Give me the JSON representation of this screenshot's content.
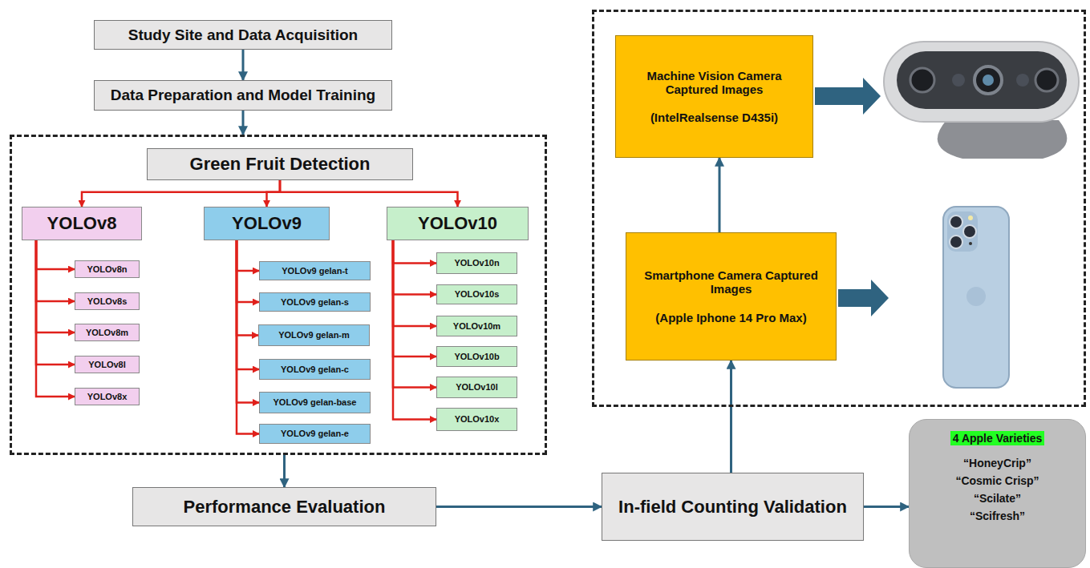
{
  "diagram": {
    "nodes": [
      {
        "text": [
          "Study Site and Data Acquisition"
        ]
      },
      {
        "text": [
          "Data Preparation and Model Training"
        ]
      },
      {
        "text": []
      },
      {
        "text": [
          "Green Fruit Detection"
        ],
        "in": 2
      },
      {
        "text": [
          "YOLOv8"
        ],
        "in": 2
      },
      {
        "text": [
          "YOLOv8n"
        ],
        "in": 2
      },
      {
        "text": [
          "YOLOv8s"
        ],
        "in": 2
      },
      {
        "text": [
          "YOLOv8m"
        ],
        "in": 2
      },
      {
        "text": [
          "YOLOv8l"
        ],
        "in": 2
      },
      {
        "text": [
          "YOLOv8x"
        ],
        "in": 2
      },
      {
        "text": [
          "YOLOv9"
        ],
        "in": 2
      },
      {
        "text": [
          "YOLOv9 gelan-t"
        ],
        "in": 2
      },
      {
        "text": [
          "YOLOv9 gelan-s"
        ],
        "in": 2
      },
      {
        "text": [
          "YOLOv9 gelan-m"
        ],
        "in": 2
      },
      {
        "text": [
          "YOLOv9 gelan-c"
        ],
        "in": 2
      },
      {
        "text": [
          "YOLOv9 gelan-base"
        ],
        "in": 2
      },
      {
        "text": [
          "YOLOv9 gelan-e"
        ],
        "in": 2
      },
      {
        "text": [
          "YOLOv10"
        ],
        "in": 2
      },
      {
        "text": [
          "YOLOv10n"
        ],
        "in": 2
      },
      {
        "text": [
          "YOLOv10s"
        ],
        "in": 2
      },
      {
        "text": [
          "YOLOv10m"
        ],
        "in": 2
      },
      {
        "text": [
          "YOLOv10b"
        ],
        "in": 2
      },
      {
        "text": [
          "YOLOv10l"
        ],
        "in": 2
      },
      {
        "text": [
          "YOLOv10x"
        ],
        "in": 2
      },
      {
        "text": [
          "Performance Evaluation"
        ]
      },
      {
        "text": [
          "In-field Counting Validation"
        ]
      },
      {
        "text": []
      },
      {
        "text": [
          "Machine Vision Camera Captured Images",
          "(IntelRealsense D435i)"
        ],
        "in": 26
      },
      {
        "text": [
          "Smartphone Camera Captured Images",
          "(Apple Iphone 14 Pro Max)"
        ],
        "in": 26
      },
      {
        "text": [
          "4 Apple Varieties",
          "“HoneyCrip”",
          "“Cosmic Crisp”",
          "“Scilate”",
          "“Scifresh”"
        ]
      }
    ],
    "edges": [
      {
        "from": 0,
        "to": 1,
        "arrow": "to"
      },
      {
        "from": 1,
        "to": 2,
        "arrow": "to"
      },
      {
        "from": 3,
        "to": 4,
        "arrow": "to"
      },
      {
        "from": 3,
        "to": 10,
        "arrow": "to"
      },
      {
        "from": 3,
        "to": 17,
        "arrow": "to"
      },
      {
        "from": 4,
        "to": 5,
        "arrow": "to"
      },
      {
        "from": 4,
        "to": 6,
        "arrow": "to"
      },
      {
        "from": 4,
        "to": 7,
        "arrow": "to"
      },
      {
        "from": 4,
        "to": 8,
        "arrow": "to"
      },
      {
        "from": 4,
        "to": 9,
        "arrow": "to"
      },
      {
        "from": 10,
        "to": 11,
        "arrow": "to"
      },
      {
        "from": 10,
        "to": 12,
        "arrow": "to"
      },
      {
        "from": 10,
        "to": 13,
        "arrow": "to"
      },
      {
        "from": 10,
        "to": 14,
        "arrow": "to"
      },
      {
        "from": 10,
        "to": 15,
        "arrow": "to"
      },
      {
        "from": 10,
        "to": 16,
        "arrow": "to"
      },
      {
        "from": 17,
        "to": 18,
        "arrow": "to"
      },
      {
        "from": 17,
        "to": 19,
        "arrow": "to"
      },
      {
        "from": 17,
        "to": 20,
        "arrow": "to"
      },
      {
        "from": 17,
        "to": 21,
        "arrow": "to"
      },
      {
        "from": 17,
        "to": 22,
        "arrow": "to"
      },
      {
        "from": 17,
        "to": 23,
        "arrow": "to"
      },
      {
        "from": 2,
        "to": 24,
        "arrow": "to"
      },
      {
        "from": 24,
        "to": 25,
        "arrow": "to"
      },
      {
        "from": 25,
        "to": 28,
        "arrow": "to"
      },
      {
        "from": 28,
        "to": 27,
        "arrow": "to"
      },
      {
        "from": 25,
        "to": 29,
        "arrow": "to"
      }
    ]
  }
}
